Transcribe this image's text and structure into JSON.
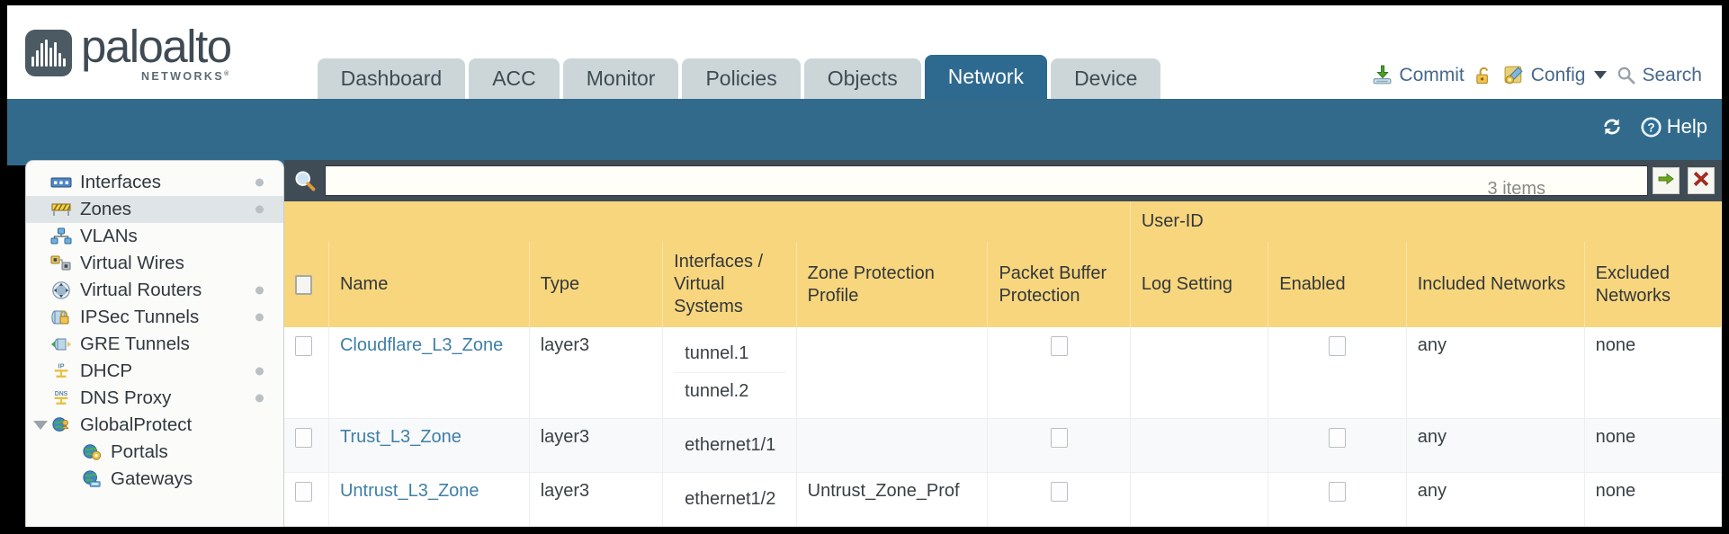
{
  "brand": {
    "name": "paloalto",
    "sub": "NETWORKS",
    "reg": "®"
  },
  "nav_tabs": [
    {
      "label": "Dashboard",
      "active": false
    },
    {
      "label": "ACC",
      "active": false
    },
    {
      "label": "Monitor",
      "active": false
    },
    {
      "label": "Policies",
      "active": false
    },
    {
      "label": "Objects",
      "active": false
    },
    {
      "label": "Network",
      "active": true
    },
    {
      "label": "Device",
      "active": false
    }
  ],
  "top_actions": {
    "commit": "Commit",
    "commit_icon": "commit-download-icon",
    "lock_icon": "unlocked-padlock-icon",
    "config": "Config",
    "config_icon": "config-wrench-gear-icon",
    "config_caret": "chevron-down-icon",
    "search": "Search",
    "search_icon": "magnifier-icon"
  },
  "blueband": {
    "refresh_icon": "refresh-icon",
    "help_label": "Help",
    "help_icon": "question-circle-icon"
  },
  "sidebar": {
    "items": [
      {
        "label": "Interfaces",
        "icon": "interfaces-icon",
        "selected": false,
        "dot": true,
        "indent": false,
        "caret": false
      },
      {
        "label": "Zones",
        "icon": "zones-barrier-icon",
        "selected": true,
        "dot": true,
        "indent": false,
        "caret": false
      },
      {
        "label": "VLANs",
        "icon": "vlans-network-icon",
        "selected": false,
        "dot": false,
        "indent": false,
        "caret": false
      },
      {
        "label": "Virtual Wires",
        "icon": "virtual-wires-icon",
        "selected": false,
        "dot": false,
        "indent": false,
        "caret": false
      },
      {
        "label": "Virtual Routers",
        "icon": "virtual-routers-icon",
        "selected": false,
        "dot": true,
        "indent": false,
        "caret": false
      },
      {
        "label": "IPSec Tunnels",
        "icon": "ipsec-tunnels-icon",
        "selected": false,
        "dot": true,
        "indent": false,
        "caret": false
      },
      {
        "label": "GRE Tunnels",
        "icon": "gre-tunnels-icon",
        "selected": false,
        "dot": false,
        "indent": false,
        "caret": false
      },
      {
        "label": "DHCP",
        "icon": "dhcp-icon",
        "selected": false,
        "dot": true,
        "indent": false,
        "caret": false
      },
      {
        "label": "DNS Proxy",
        "icon": "dns-proxy-icon",
        "selected": false,
        "dot": true,
        "indent": false,
        "caret": false
      },
      {
        "label": "GlobalProtect",
        "icon": "globalprotect-icon",
        "selected": false,
        "dot": false,
        "indent": false,
        "caret": true
      },
      {
        "label": "Portals",
        "icon": "portals-icon",
        "selected": false,
        "dot": false,
        "indent": true,
        "caret": false
      },
      {
        "label": "Gateways",
        "icon": "gateways-icon",
        "selected": false,
        "dot": false,
        "indent": true,
        "caret": false
      }
    ]
  },
  "toolbar": {
    "search_icon": "magnifier-icon",
    "search_value": "",
    "search_placeholder": "",
    "items_count": "3 items",
    "apply_filter_icon": "green-arrow-right-icon",
    "clear_filter_icon": "red-x-icon"
  },
  "table": {
    "group_header": "User-ID",
    "columns": [
      "Name",
      "Type",
      "Interfaces / Virtual Systems",
      "Zone Protection Profile",
      "Packet Buffer Protection",
      "Log Setting",
      "Enabled",
      "Included Networks",
      "Excluded Networks"
    ],
    "rows": [
      {
        "name": "Cloudflare_L3_Zone",
        "type": "layer3",
        "interfaces": [
          "tunnel.1",
          "tunnel.2"
        ],
        "zone_protection_profile": "",
        "packet_buffer_protection": false,
        "log_setting": "",
        "userid_enabled": false,
        "included_networks": "any",
        "excluded_networks": "none"
      },
      {
        "name": "Trust_L3_Zone",
        "type": "layer3",
        "interfaces": [
          "ethernet1/1"
        ],
        "zone_protection_profile": "",
        "packet_buffer_protection": false,
        "log_setting": "",
        "userid_enabled": false,
        "included_networks": "any",
        "excluded_networks": "none"
      },
      {
        "name": "Untrust_L3_Zone",
        "type": "layer3",
        "interfaces": [
          "ethernet1/2"
        ],
        "zone_protection_profile": "Untrust_Zone_Prof",
        "packet_buffer_protection": false,
        "log_setting": "",
        "userid_enabled": false,
        "included_networks": "any",
        "excluded_networks": "none"
      }
    ]
  },
  "colors": {
    "active_tab": "#2e6a90",
    "tab_bg": "#ccd6d8",
    "blue_band": "#326a8c",
    "table_header": "#f8d67e",
    "group_header": "#e6b844",
    "link": "#3f7fa6",
    "search_bar": "#3f4c55"
  }
}
